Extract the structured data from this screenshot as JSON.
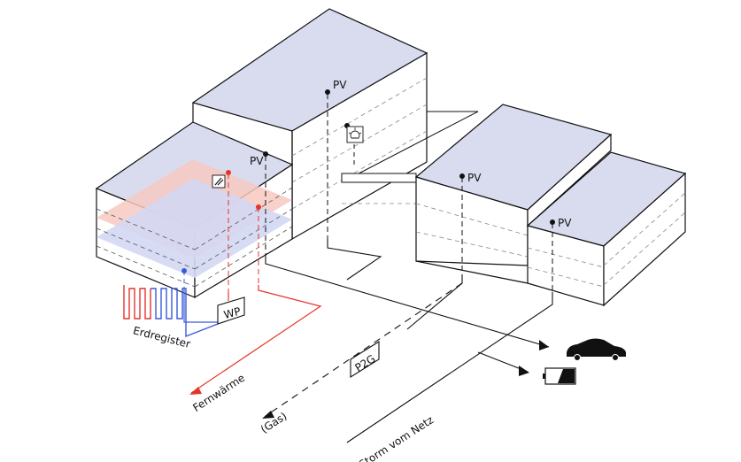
{
  "labels": {
    "pv_1": "PV",
    "pv_2": "PV",
    "pv_3": "PV",
    "pv_4": "PV",
    "wp": "WP",
    "p2g": "P2G",
    "erdregister": "Erdregister",
    "fernwaerme": "Fernwärme",
    "gas": "(Gas)",
    "storm_vom_netz": "Storm vom Netz"
  },
  "icons": {
    "pv_marker": "map-pin-icon",
    "solar_collector": "solar-collector-icon",
    "lamp": "lamp-icon",
    "car": "car-icon",
    "battery": "battery-icon"
  },
  "colors": {
    "roof": "#d9dcef",
    "heat_red": "#e5342b",
    "cold_blue": "#3a5bd9",
    "warm_plane": "#f6c9c1",
    "cool_plane": "#d3d8f3",
    "line": "#111111"
  }
}
